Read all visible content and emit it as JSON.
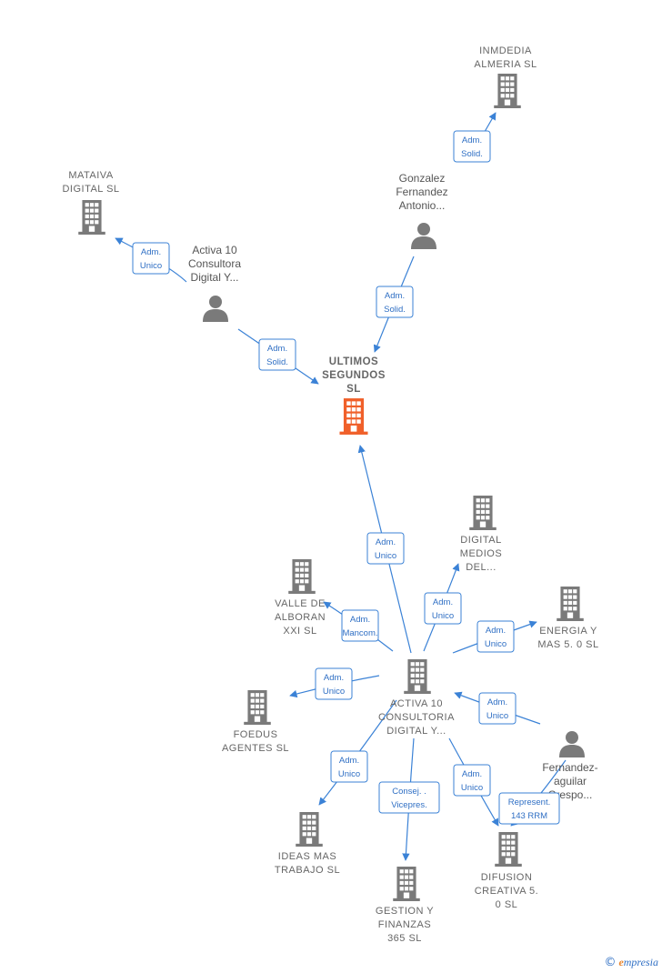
{
  "colors": {
    "edge": "#3b82d6",
    "company": "#7a7a7a",
    "main_company": "#f0602a",
    "person": "#7a7a7a"
  },
  "nodes": [
    {
      "id": "main",
      "type": "company",
      "main": true,
      "label": [
        "ULTIMOS",
        "SEGUNDOS",
        "SL"
      ]
    },
    {
      "id": "inmdedia",
      "type": "company",
      "label": [
        "INMDEDIA",
        "ALMERIA SL"
      ]
    },
    {
      "id": "mataiva",
      "type": "company",
      "label": [
        "MATAIVA",
        "DIGITAL SL"
      ]
    },
    {
      "id": "gonzalez",
      "type": "person",
      "label": [
        "Gonzalez",
        "Fernandez",
        "Antonio..."
      ]
    },
    {
      "id": "activa10p",
      "type": "person",
      "label": [
        "Activa 10",
        "Consultora",
        "Digital Y..."
      ]
    },
    {
      "id": "activa10",
      "type": "company",
      "label": [
        "ACTIVA 10",
        "CONSULTORIA",
        "DIGITAL Y..."
      ]
    },
    {
      "id": "digitalmedios",
      "type": "company",
      "label": [
        "DIGITAL",
        "MEDIOS",
        "DEL..."
      ]
    },
    {
      "id": "valle",
      "type": "company",
      "label": [
        "VALLE DE",
        "ALBORAN",
        "XXI SL"
      ]
    },
    {
      "id": "energia",
      "type": "company",
      "label": [
        "ENERGIA Y",
        "MAS 5. 0 SL"
      ]
    },
    {
      "id": "foedus",
      "type": "company",
      "label": [
        "FOEDUS",
        "AGENTES SL"
      ]
    },
    {
      "id": "fernandez",
      "type": "person",
      "label": [
        "Fernandez-",
        "aguilar",
        "Crespo..."
      ]
    },
    {
      "id": "ideas",
      "type": "company",
      "label": [
        "IDEAS MAS",
        "TRABAJO SL"
      ]
    },
    {
      "id": "gestion",
      "type": "company",
      "label": [
        "GESTION Y",
        "FINANZAS",
        "365 SL"
      ]
    },
    {
      "id": "difusion",
      "type": "company",
      "label": [
        "DIFUSION",
        "CREATIVA 5.",
        "0 SL"
      ]
    }
  ],
  "edges": [
    {
      "from": "gonzalez",
      "to": "inmdedia",
      "label": [
        "Adm.",
        "Solid."
      ]
    },
    {
      "from": "activa10p",
      "to": "mataiva",
      "label": [
        "Adm.",
        "Unico"
      ]
    },
    {
      "from": "gonzalez",
      "to": "main",
      "label": [
        "Adm.",
        "Solid."
      ]
    },
    {
      "from": "activa10p",
      "to": "main",
      "label": [
        "Adm.",
        "Solid."
      ]
    },
    {
      "from": "activa10",
      "to": "main",
      "label": [
        "Adm.",
        "Unico"
      ]
    },
    {
      "from": "activa10",
      "to": "digitalmedios",
      "label": [
        "Adm.",
        "Unico"
      ]
    },
    {
      "from": "activa10",
      "to": "valle",
      "label": [
        "Adm.",
        "Mancom."
      ]
    },
    {
      "from": "activa10",
      "to": "energia",
      "label": [
        "Adm.",
        "Unico"
      ]
    },
    {
      "from": "activa10",
      "to": "foedus",
      "label": [
        "Adm.",
        "Unico"
      ]
    },
    {
      "from": "fernandez",
      "to": "activa10",
      "label": [
        "Adm.",
        "Unico"
      ]
    },
    {
      "from": "activa10",
      "to": "ideas",
      "label": [
        "Adm.",
        "Unico"
      ]
    },
    {
      "from": "activa10",
      "to": "gestion",
      "label": [
        "Consej. .",
        "Vicepres."
      ]
    },
    {
      "from": "activa10",
      "to": "difusion",
      "label": [
        "Adm.",
        "Unico"
      ]
    },
    {
      "from": "fernandez",
      "to": "difusion",
      "label": [
        "Represent.",
        "143 RRM"
      ]
    }
  ],
  "brand": {
    "symbol": "©",
    "initial": "e",
    "rest": "mpresia"
  }
}
